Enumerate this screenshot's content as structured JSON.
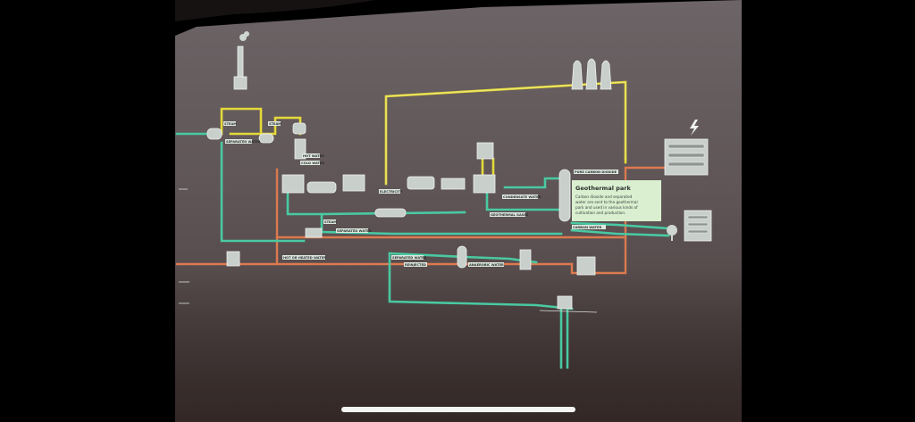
{
  "colors": {
    "wall": "#5d5253",
    "steam": "#e4d93a",
    "water": "#49c9a2",
    "hot_water": "#db7a4f",
    "label_bg": "#dfe9e1",
    "info_bg": "#d9efcf"
  },
  "labels": {
    "steam_left": "STEAM",
    "steam_mid": "STEAM",
    "separated_water_top": "SEPARATED WATER",
    "hot_water": "HOT WATER",
    "cold_water": "COLD WATER",
    "electricity": "ELECTRICITY",
    "condensate_water": "CONDENSATE WATER",
    "geothermal_gases": "GEOTHERMAL GASES",
    "steam_lower": "STEAM",
    "separated_water_mid": "SEPARATED WATER",
    "hot_or_heated_water": "HOT OR HEATED WATER",
    "separated_water_low": "SEPARATED WATER",
    "reinjected": "REINJECTED",
    "pure_carbon_dioxide": "PURE CARBON DIOXIDE",
    "carbon_water": "CARBON WATER",
    "dissolved_water": "ANAEROBIC WATER"
  },
  "info_panel": {
    "title": "Geothermal park",
    "body_lines": [
      "Carbon dioxide and separated",
      "water are sent to the geothermal",
      "park and used in various kinds of",
      "cultivation and production."
    ]
  },
  "icons": [
    "lightning-icon",
    "factory-chimney-icon",
    "cooling-tower-icon",
    "greenhouse-icon",
    "tree-icon"
  ]
}
